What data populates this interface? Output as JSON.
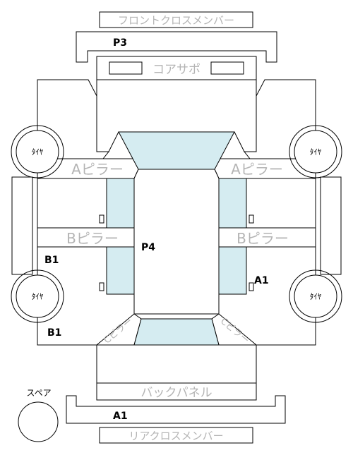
{
  "panels": {
    "front_cross_member": "フロントクロスメンバー",
    "core_support": "コアサポ",
    "a_pillar_left": "Aピラー",
    "a_pillar_right": "Aピラー",
    "b_pillar_left": "Bピラー",
    "b_pillar_right": "Bピラー",
    "back_panel": "バックパネル",
    "rear_cross_member": "リアクロスメンバー",
    "c_pillar_left": "Cピラー",
    "c_pillar_right": "Cピラー"
  },
  "codes": {
    "p3": "P3",
    "p4": "P4",
    "b1_left_mid": "B1",
    "b1_left_low": "B1",
    "a1_right": "A1",
    "a1_rear": "A1"
  },
  "tires": {
    "front_left": "ﾀｲﾔ",
    "front_right": "ﾀｲﾔ",
    "rear_left": "ﾀｲﾔ",
    "rear_right": "ﾀｲﾔ"
  },
  "spare": {
    "label": "スペア"
  }
}
